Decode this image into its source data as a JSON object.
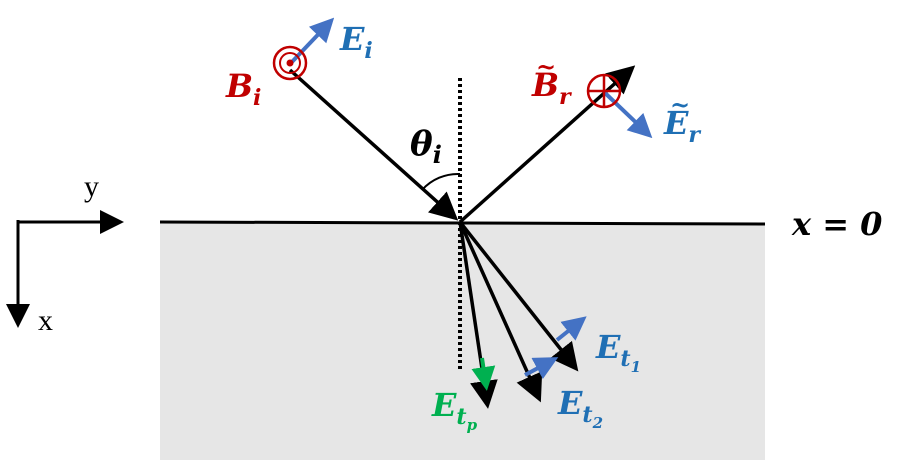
{
  "colors": {
    "red": "#c00000",
    "blue": "#4472c4",
    "label_blue": "#1f6fb4",
    "green": "#00b050",
    "black": "#000000",
    "medium_fill": "#e6e6e6"
  },
  "axes": {
    "y_label": "y",
    "x_label": "x"
  },
  "interface_label": "x = 0",
  "angle_label": {
    "main": "θ",
    "sub": "i"
  },
  "labels": {
    "B_i": {
      "main": "B",
      "sub": "i"
    },
    "E_i": {
      "main": "E",
      "sub": "i"
    },
    "B_r": {
      "main": "B",
      "sub": "r",
      "accent": "~"
    },
    "E_r": {
      "main": "E",
      "sub": "r",
      "accent": "~"
    },
    "E_t1": {
      "main": "E",
      "sub": "t",
      "subsub": "1"
    },
    "E_t2": {
      "main": "E",
      "sub": "t",
      "subsub": "2"
    },
    "E_tp": {
      "main": "E",
      "sub": "t",
      "subsub": "p"
    }
  },
  "icons": {
    "B_i_symbol": "out-of-page-circle-icon",
    "B_r_symbol": "into-page-circle-icon"
  }
}
